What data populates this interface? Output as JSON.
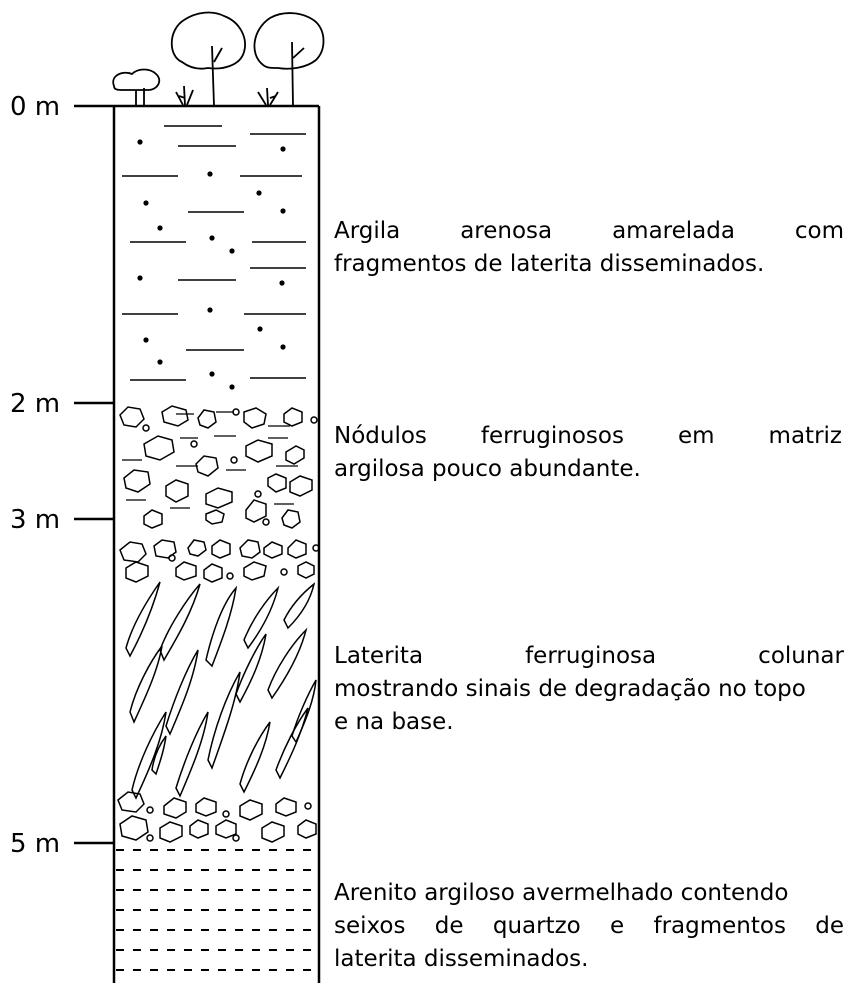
{
  "depth_markers": [
    {
      "label": "0 m"
    },
    {
      "label": "2 m"
    },
    {
      "label": "3 m"
    },
    {
      "label": "5 m"
    }
  ],
  "layers": [
    {
      "lines": [
        "Argila arenosa amarelada com",
        "fragmentos de laterita disseminados."
      ]
    },
    {
      "lines": [
        "Nódulos ferruginosos em matriz",
        "argilosa pouco abundante."
      ]
    },
    {
      "lines": [
        "Laterita ferruginosa colunar",
        "mostrando sinais de degradação no topo",
        "e na base."
      ]
    },
    {
      "lines": [
        "Arenito argiloso avermelhado contendo",
        "seixos de quartzo e fragmentos de",
        "laterita disseminados."
      ]
    }
  ]
}
